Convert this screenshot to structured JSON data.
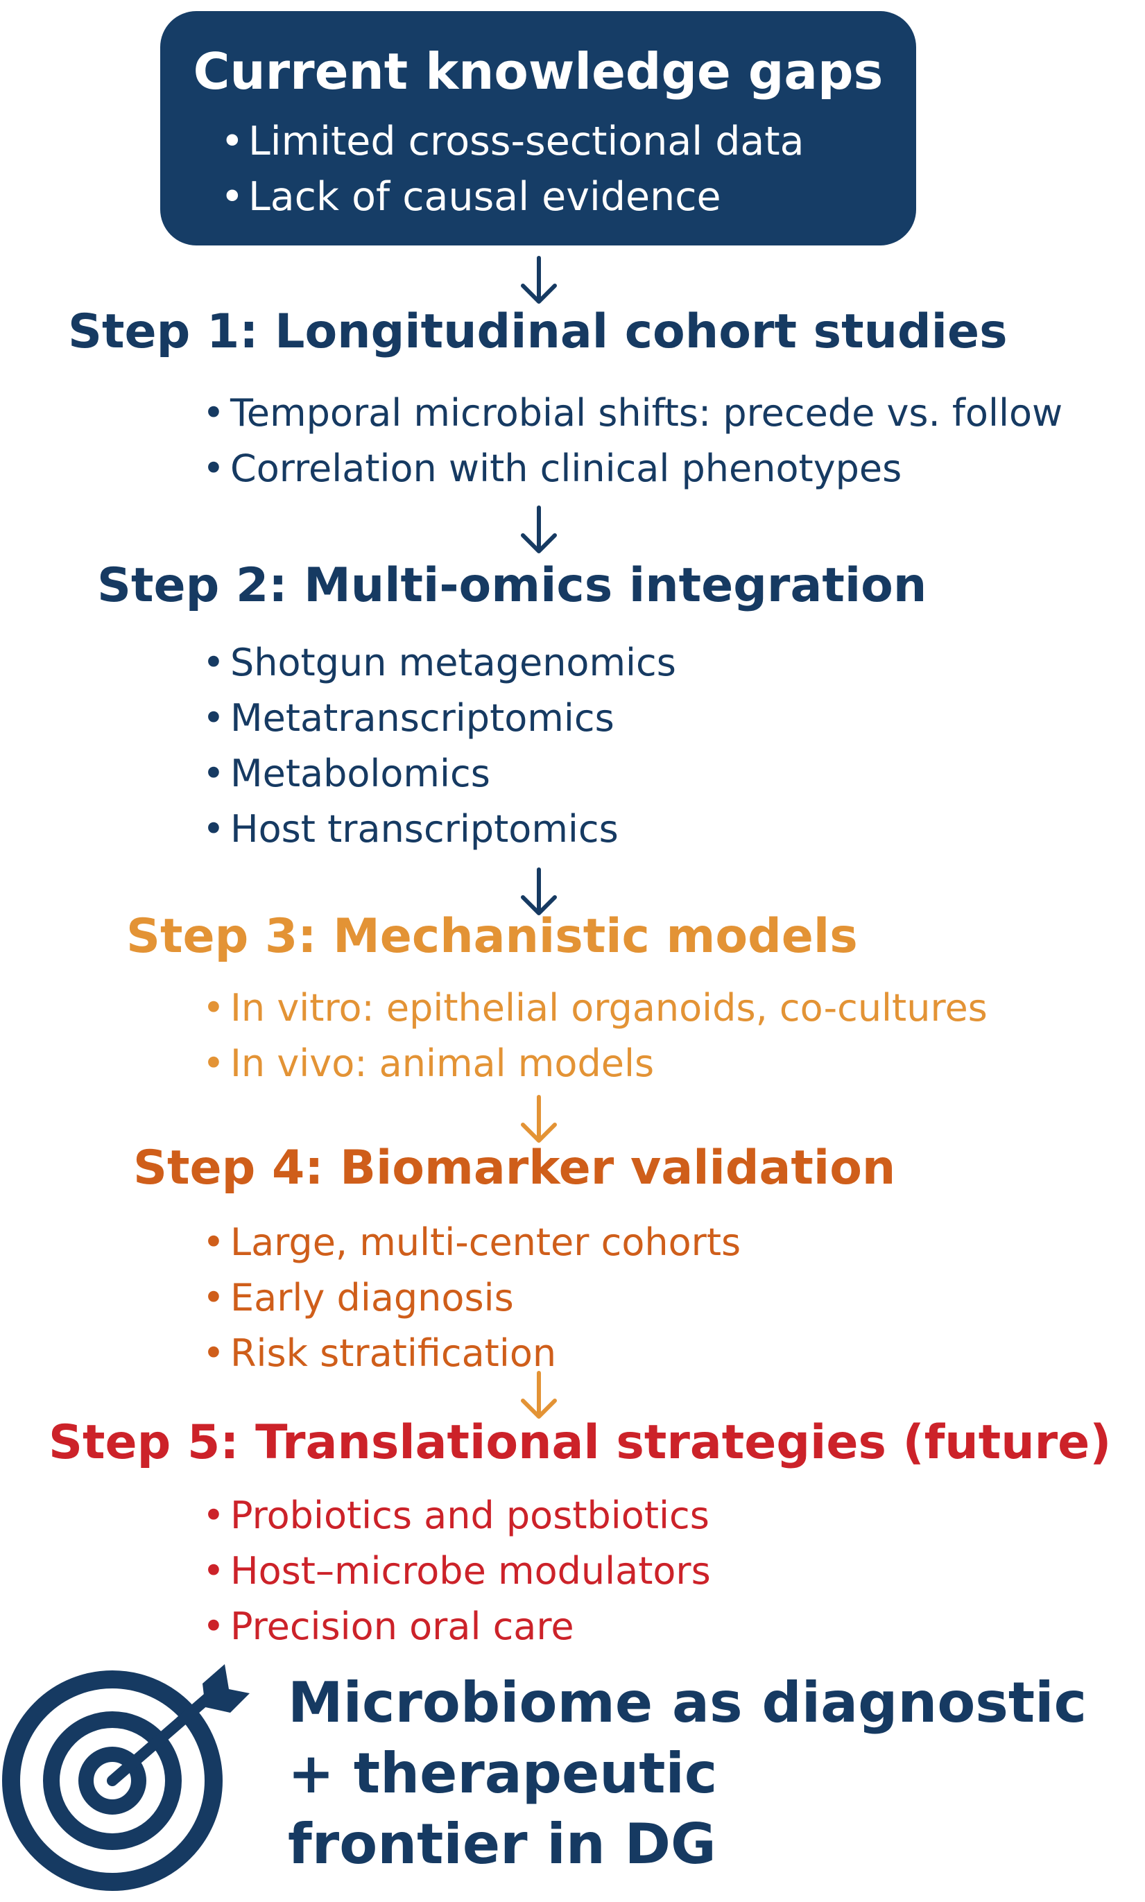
{
  "gaps": {
    "title": "Current knowledge gaps",
    "items": [
      "Limited cross-sectional data",
      "Lack of causal evidence"
    ]
  },
  "steps": [
    {
      "title": "Step 1: Longitudinal cohort studies",
      "color": "#163a62",
      "items": [
        "Temporal microbial shifts: precede vs. follow",
        "Correlation with clinical phenotypes"
      ]
    },
    {
      "title": "Step 2: Multi-omics integration",
      "color": "#163a62",
      "items": [
        "Shotgun metagenomics",
        "Metatranscriptomics",
        "Metabolomics",
        "Host transcriptomics"
      ]
    },
    {
      "title": "Step 3: Mechanistic models",
      "color": "#e39335",
      "items": [
        "In vitro: epithelial organoids, co-cultures",
        "In vivo: animal models"
      ]
    },
    {
      "title": "Step 4: Biomarker validation",
      "color": "#cf5e1a",
      "items": [
        "Large, multi-center cohorts",
        "Early diagnosis",
        "Risk stratification"
      ]
    },
    {
      "title": "Step 5: Translational strategies (future)",
      "color": "#cc2229",
      "items": [
        "Probiotics and postbiotics",
        "Host–microbe modulators",
        "Precision oral care"
      ]
    }
  ],
  "conclusion": {
    "icon": "target-icon",
    "lines": [
      "Microbiome as diagnostic",
      "+ therapeutic",
      "frontier in DG"
    ]
  },
  "colors": {
    "navy": "#163a62",
    "box": "#163d66",
    "orange": "#e39335",
    "dark_orange": "#cf5e1a",
    "red": "#cc2229"
  }
}
